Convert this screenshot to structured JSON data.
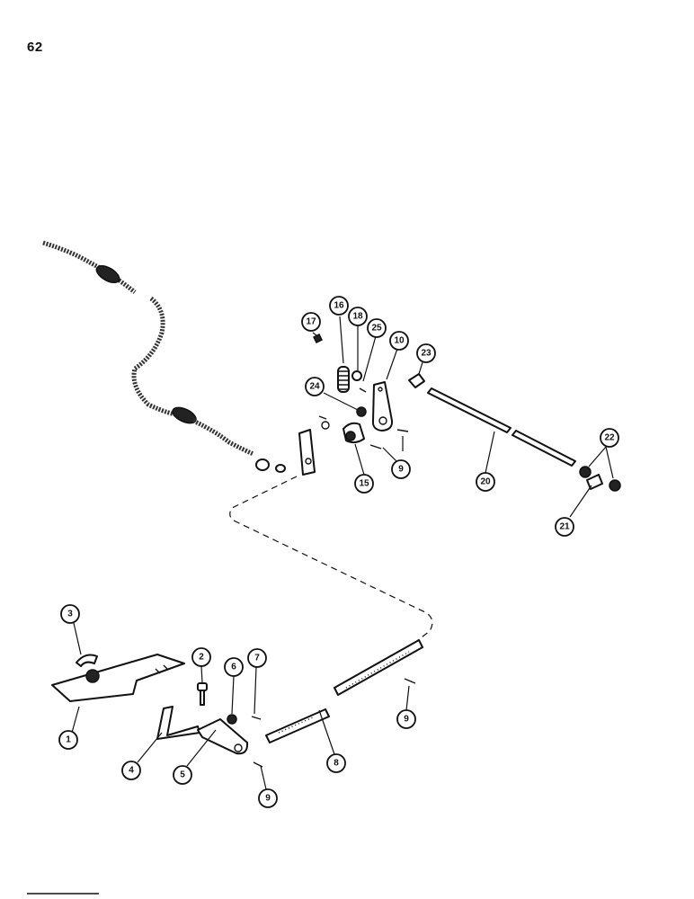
{
  "page": {
    "number": "62"
  },
  "callouts": [
    {
      "id": "c1",
      "label": "1"
    },
    {
      "id": "c2",
      "label": "2"
    },
    {
      "id": "c3",
      "label": "3"
    },
    {
      "id": "c4",
      "label": "4"
    },
    {
      "id": "c5",
      "label": "5"
    },
    {
      "id": "c6",
      "label": "6"
    },
    {
      "id": "c7",
      "label": "7"
    },
    {
      "id": "c8",
      "label": "8"
    },
    {
      "id": "c9a",
      "label": "9"
    },
    {
      "id": "c9b",
      "label": "9"
    },
    {
      "id": "c9c",
      "label": "9"
    },
    {
      "id": "c10",
      "label": "10"
    },
    {
      "id": "c15",
      "label": "15"
    },
    {
      "id": "c16",
      "label": "16"
    },
    {
      "id": "c17",
      "label": "17"
    },
    {
      "id": "c18",
      "label": "18"
    },
    {
      "id": "c20",
      "label": "20"
    },
    {
      "id": "c21",
      "label": "21"
    },
    {
      "id": "c22",
      "label": "22"
    },
    {
      "id": "c23",
      "label": "23"
    },
    {
      "id": "c24",
      "label": "24"
    },
    {
      "id": "c25",
      "label": "25"
    }
  ]
}
